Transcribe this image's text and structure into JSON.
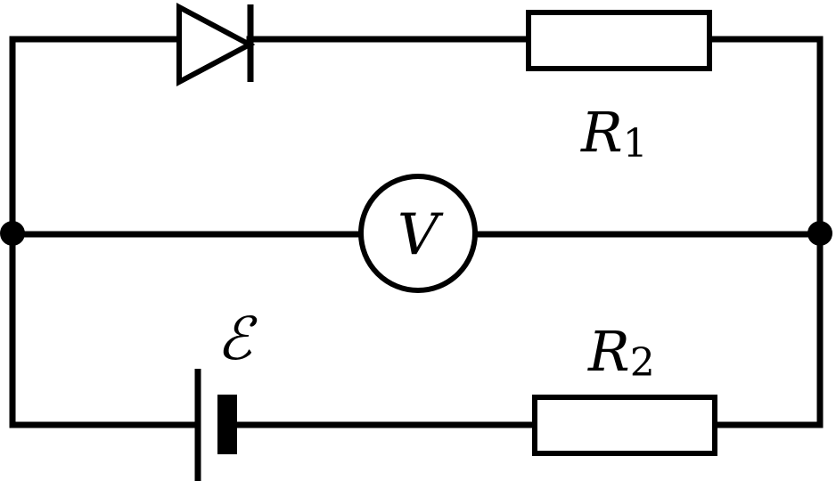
{
  "diagram": {
    "labels": {
      "r1": {
        "main": "R",
        "sub": "1"
      },
      "r2": {
        "main": "R",
        "sub": "2"
      },
      "voltmeter": "V",
      "emf": "ℰ"
    },
    "icons": [
      "diode-icon",
      "resistor-icon",
      "voltmeter-icon",
      "battery-icon",
      "junction-icon"
    ],
    "line_color": "#000000",
    "background": "#ffffff"
  }
}
